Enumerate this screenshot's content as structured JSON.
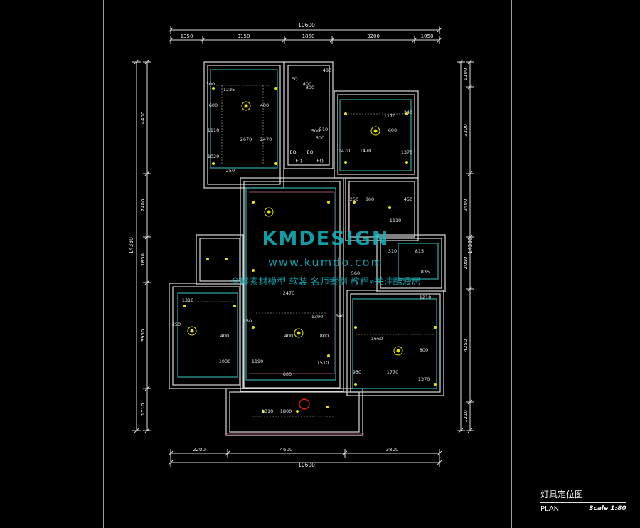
{
  "drawing": {
    "overall_top": "10600",
    "overall_bottom": "10600",
    "overall_left": "14330",
    "overall_right": "14330",
    "top_segments": [
      "1350",
      "3150",
      "1850",
      "3200",
      "1050"
    ],
    "bottom_segments": [
      "2200",
      "4600",
      "3800"
    ],
    "left_segments": [
      "4400",
      "2400",
      "1850",
      "3950",
      "1710"
    ],
    "right_segments": [
      "1100",
      "3300",
      "2400",
      "2050",
      "4250",
      "1210"
    ],
    "room_labels": [
      "1235",
      "600",
      "400",
      "1110",
      "2670",
      "2470",
      "1020",
      "250",
      "300",
      "EQ",
      "400",
      "800",
      "480",
      "510",
      "500",
      "600",
      "EQ",
      "EQ",
      "EQ",
      "EQ",
      "1170",
      "340",
      "600",
      "1470",
      "1470",
      "1370",
      "250",
      "860",
      "450",
      "1110",
      "815",
      "310",
      "835",
      "560",
      "1310",
      "250",
      "400",
      "1030",
      "250",
      "1390",
      "340",
      "800",
      "400",
      "2470",
      "1510",
      "600",
      "1190",
      "1660",
      "1210",
      "800",
      "1770",
      "1370",
      "950",
      "1310",
      "1800"
    ]
  },
  "watermark": {
    "brand": "KMDESIGN",
    "url": "www.kumdo.com",
    "tagline": "全屋素材模型 软装 名师案例 教程»关注酷漫居"
  },
  "title_block": {
    "title": "灯具定位图",
    "label": "PLAN",
    "scale": "Scale 1:80"
  }
}
